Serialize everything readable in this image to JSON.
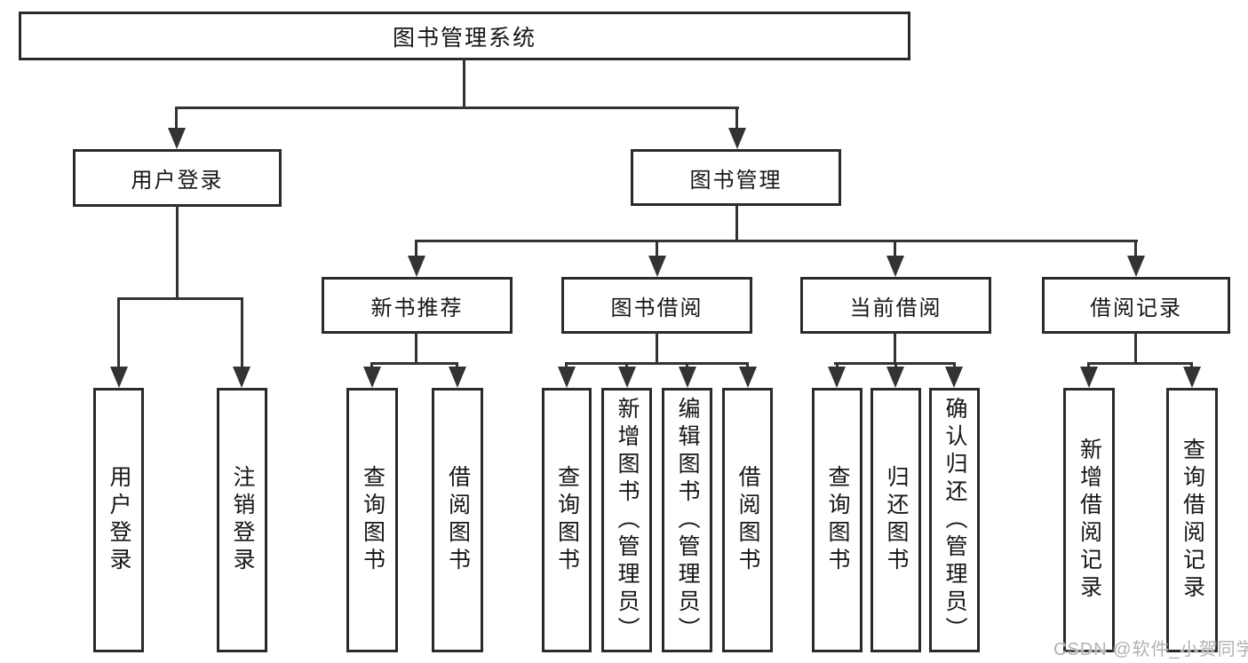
{
  "tree": {
    "root": {
      "label": "图书管理系统"
    },
    "branches": [
      {
        "label": "用户登录",
        "children": [
          {
            "label": "用户登录"
          },
          {
            "label": "注销登录"
          }
        ]
      },
      {
        "label": "图书管理",
        "children": [
          {
            "label": "新书推荐",
            "children": [
              {
                "label": "查询图书"
              },
              {
                "label": "借阅图书"
              }
            ]
          },
          {
            "label": "图书借阅",
            "children": [
              {
                "label": "查询图书"
              },
              {
                "label": "新增图书（管理员）"
              },
              {
                "label": "编辑图书（管理员）"
              },
              {
                "label": "借阅图书"
              }
            ]
          },
          {
            "label": "当前借阅",
            "children": [
              {
                "label": "查询图书"
              },
              {
                "label": "归还图书"
              },
              {
                "label": "确认归还（管理员）"
              }
            ]
          },
          {
            "label": "借阅记录",
            "children": [
              {
                "label": "新增借阅记录"
              },
              {
                "label": "查询借阅记录"
              }
            ]
          }
        ]
      }
    ]
  },
  "watermark": {
    "text": "CSDN @软件_小贺同学"
  },
  "colors": {
    "background": "#ffffff",
    "box_border": "#2a2a2a",
    "line": "#333333",
    "text": "#161616",
    "watermark": "#b2b2b2"
  }
}
